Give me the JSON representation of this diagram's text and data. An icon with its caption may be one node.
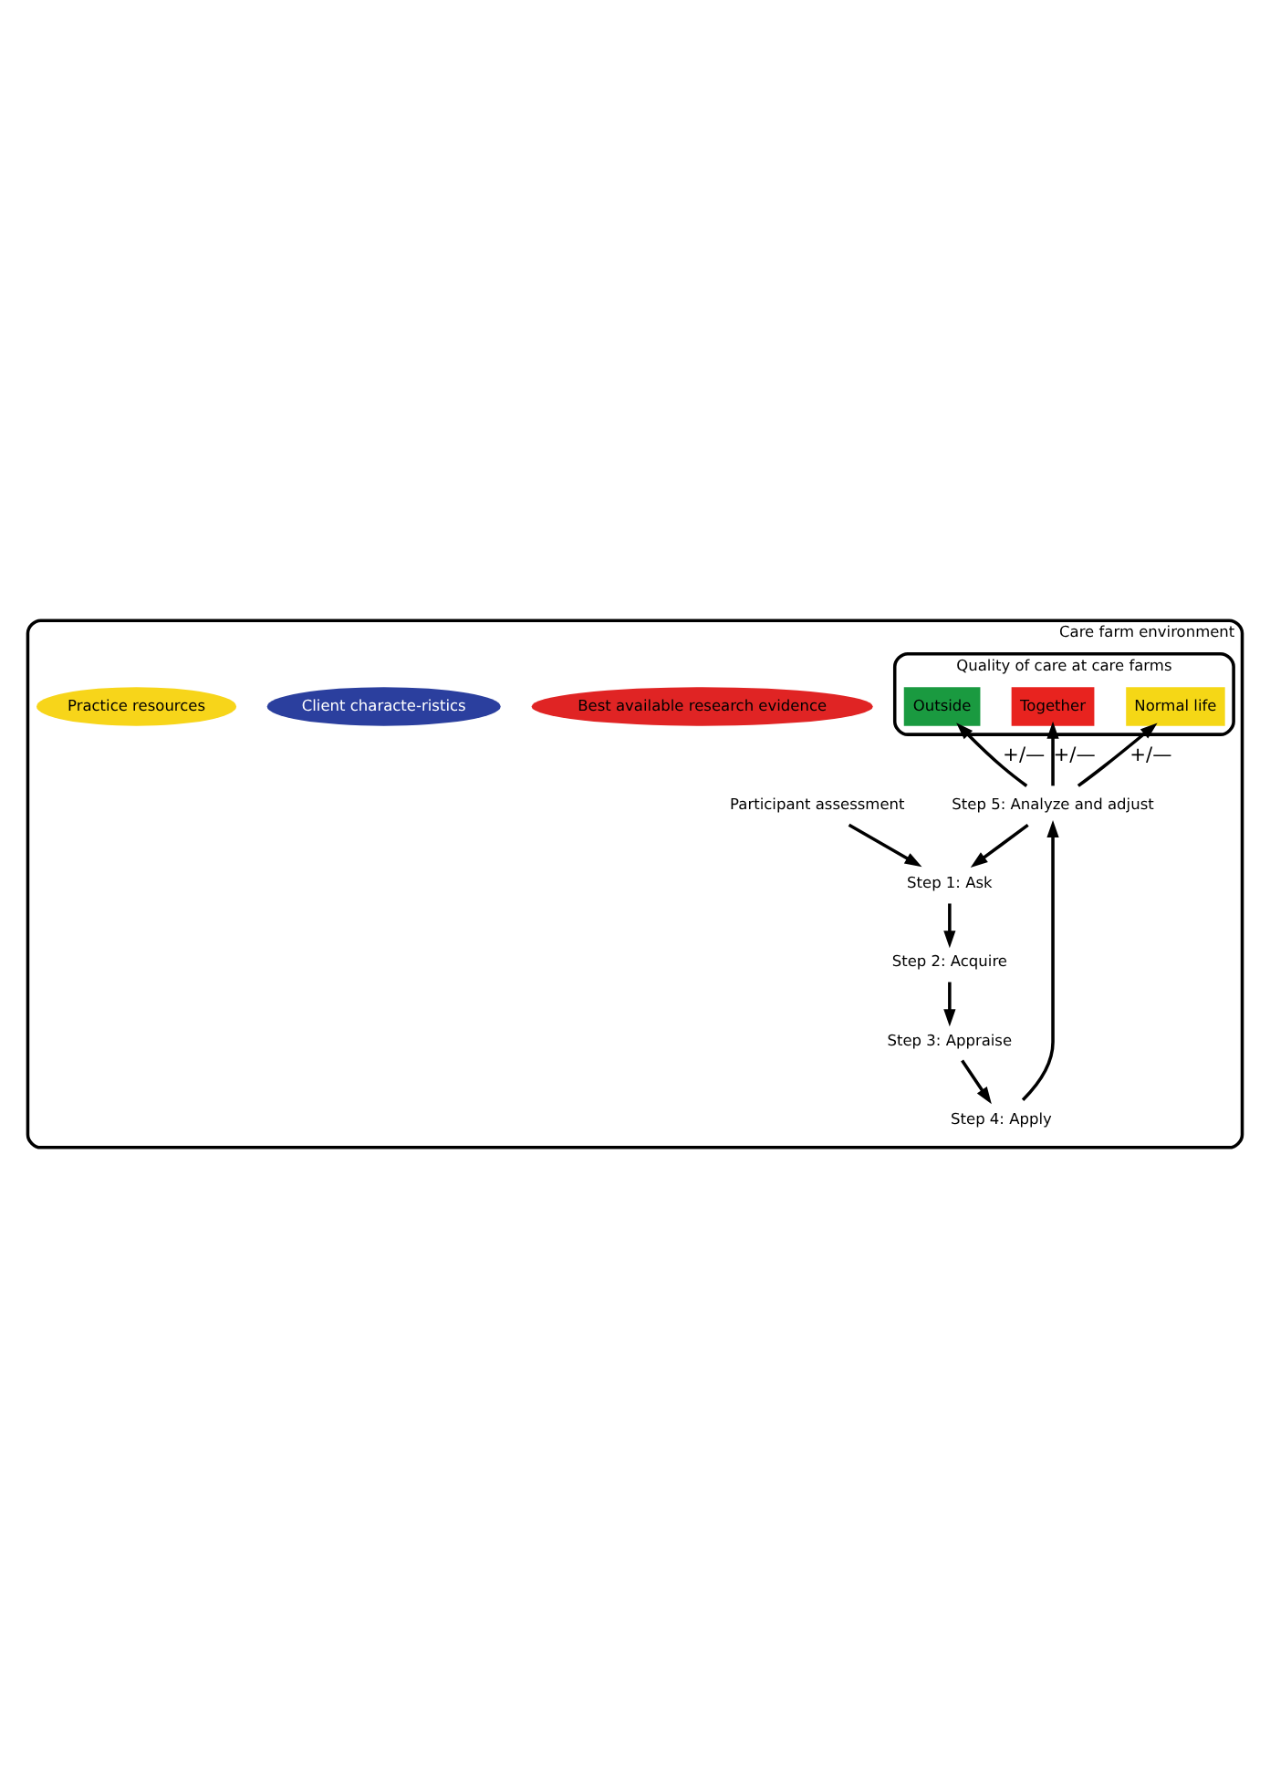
{
  "diagram": {
    "nodes": [
      {
        "text": [
          "Care farm environment"
        ]
      },
      {
        "text": [
          "Quality of care at care farms"
        ],
        "in": 0
      },
      {
        "text": [
          "Outside"
        ],
        "in": 1
      },
      {
        "text": [
          "Together"
        ],
        "in": 1
      },
      {
        "text": [
          "Normal life"
        ],
        "in": 1
      },
      {
        "text": [
          "Participant assessment"
        ],
        "in": 0
      },
      {
        "text": [
          "Step 5: Analyze and adjust"
        ],
        "in": 0
      },
      {
        "text": [
          "Step 1: Ask"
        ],
        "in": 0
      },
      {
        "text": [
          "Best available research evidence"
        ],
        "in": 0
      },
      {
        "text": [
          "Step 4: Apply"
        ],
        "in": 0
      },
      {
        "text": [
          "Client characte-ristics"
        ],
        "in": 0
      },
      {
        "text": [
          "Practice resources"
        ],
        "in": 0
      },
      {
        "text": [
          "Step 2: Acquire"
        ],
        "in": 0
      },
      {
        "text": [
          "Step 3: Appraise"
        ],
        "in": 0
      }
    ],
    "edges": [
      {
        "from": 6,
        "to": 2,
        "arrow": "to",
        "label": "+/—"
      },
      {
        "from": 6,
        "to": 4,
        "arrow": "to",
        "label": "+/—"
      },
      {
        "from": 6,
        "to": 3,
        "arrow": "to",
        "label": "+/—"
      },
      {
        "from": 5,
        "to": 7,
        "arrow": "to"
      },
      {
        "from": 6,
        "to": 7,
        "arrow": "to"
      },
      {
        "from": 7,
        "to": 12,
        "arrow": "to"
      },
      {
        "from": 12,
        "to": 13,
        "arrow": "to"
      },
      {
        "from": 13,
        "to": 9,
        "arrow": "to"
      },
      {
        "from": 9,
        "to": 6,
        "arrow": "to"
      }
    ]
  }
}
